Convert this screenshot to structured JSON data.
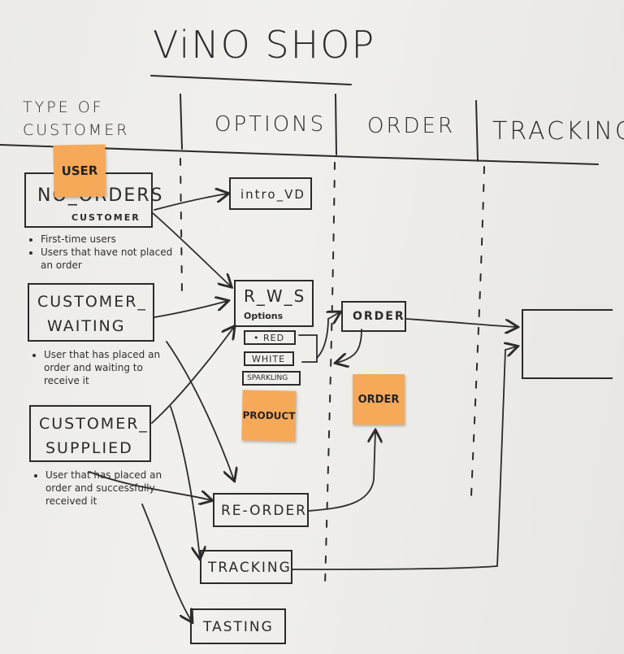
{
  "title": "ViNO SHOP",
  "columns": {
    "type_of_customer": "TYPE OF CUSTOMER",
    "options": "OPTIONS",
    "order": "ORDER",
    "tracking": "TRACKING"
  },
  "customers": {
    "no_orders": {
      "label": "NO_ORDERS",
      "sub": "CUSTOMER",
      "notes": [
        "First-time users",
        "Users that have not placed an order"
      ]
    },
    "waiting": {
      "label_line1": "CUSTOMER_",
      "label_line2": "WAITING",
      "note": "User that has placed an order and waiting to receive it"
    },
    "supplied": {
      "label_line1": "CUSTOMER_",
      "label_line2": "SUPPLIED",
      "note": "User that has placed an order and successfully received it"
    }
  },
  "options": {
    "intro": "intro_VD",
    "rws": "R_W_S",
    "rws_sub": "Options",
    "red": "• RED",
    "white": "WHITE",
    "sparkling": "SPARKLING",
    "reorder": "RE-ORDER",
    "tracking": "TRACKING",
    "tasting": "TASTING"
  },
  "order": {
    "box": "ORDER"
  },
  "stickies": {
    "user": "USER",
    "product": "PRODUCT",
    "order": "ORDER"
  },
  "colors": {
    "ink": "#2b2b2b",
    "sticky": "#f7a95a",
    "paper": "#eeede9"
  }
}
